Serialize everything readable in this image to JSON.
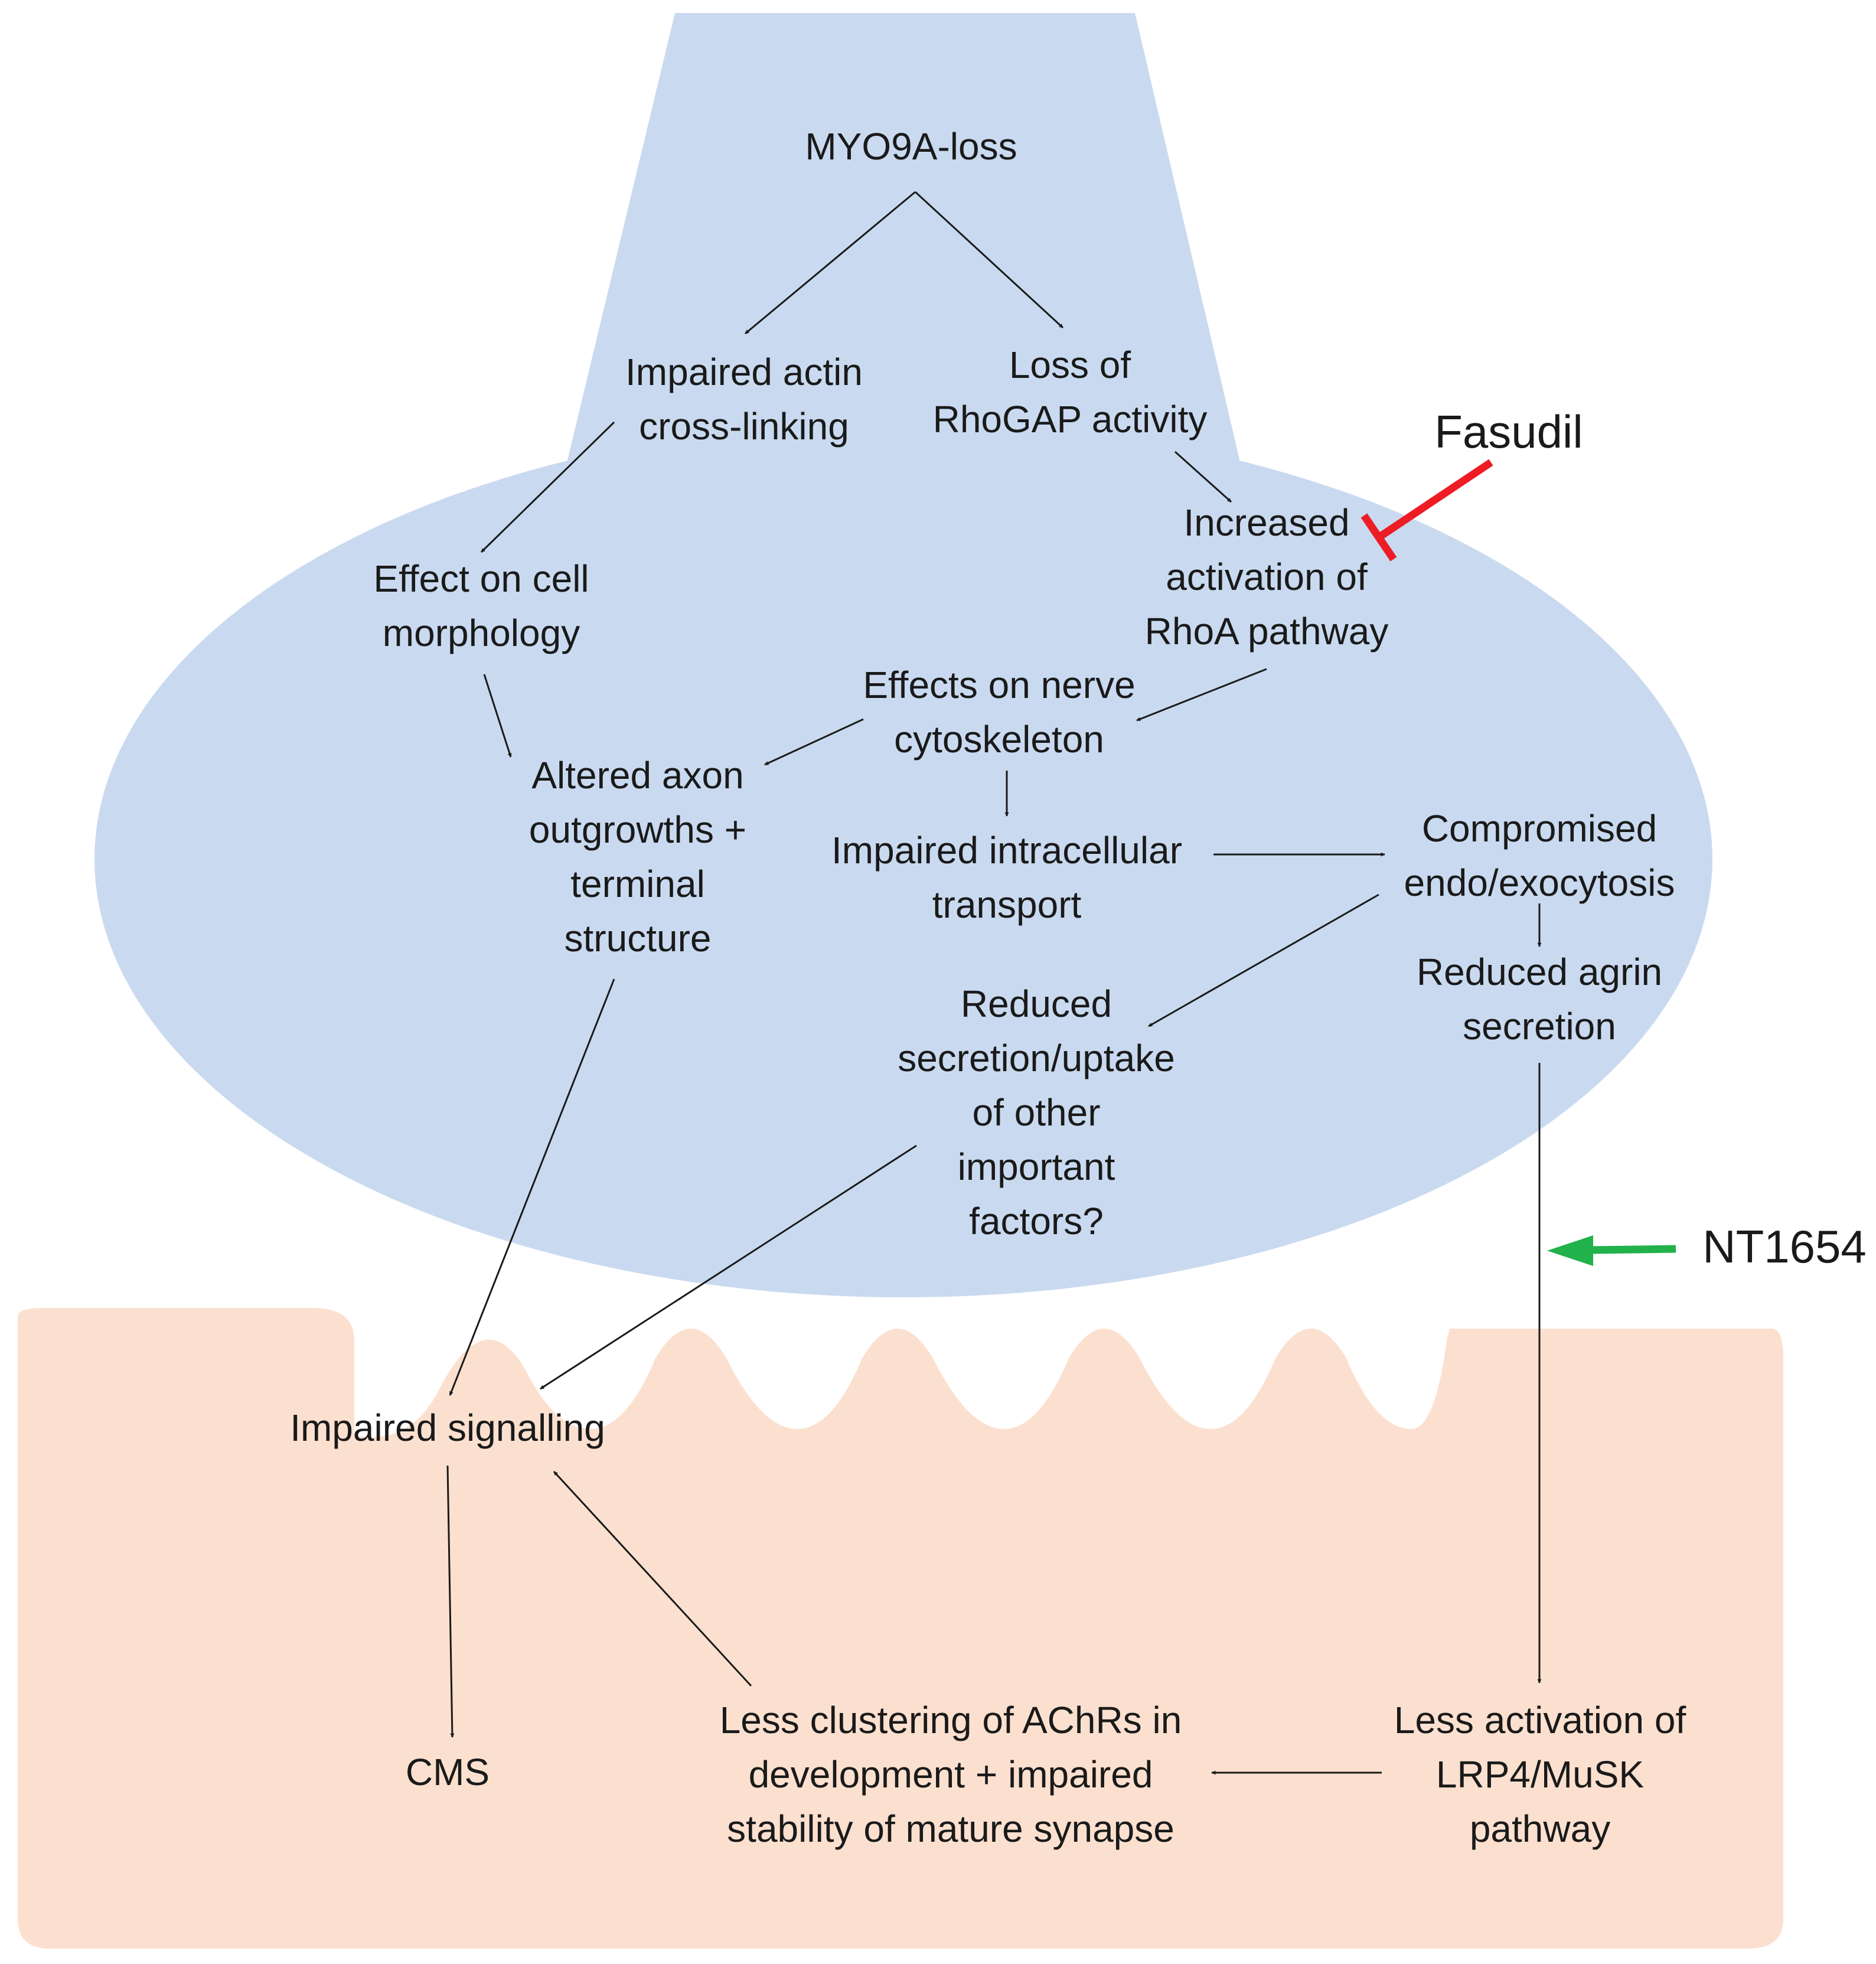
{
  "colors": {
    "nerve_terminal": "#c9daf0",
    "muscle": "#fce0cf",
    "arrow": "#1a1a1a",
    "inhibitor": "#ee1c24",
    "activator": "#21b24b",
    "text": "#1a1a1a"
  },
  "nodes": {
    "myo9a_loss": [
      "MYO9A-loss"
    ],
    "impaired_actin": [
      "Impaired actin",
      "cross-linking"
    ],
    "loss_rhogap": [
      "Loss of",
      "RhoGAP activity"
    ],
    "effect_morphology": [
      "Effect on cell",
      "morphology"
    ],
    "increased_rhoa": [
      "Increased",
      "activation of",
      "RhoA pathway"
    ],
    "effects_cytoskeleton": [
      "Effects on nerve",
      "cytoskeleton"
    ],
    "altered_axon": [
      "Altered axon",
      "outgrowths +",
      "terminal",
      "structure"
    ],
    "impaired_transport": [
      "Impaired intracellular",
      "transport"
    ],
    "compromised_endo": [
      "Compromised",
      "endo/exocytosis"
    ],
    "reduced_agrin": [
      "Reduced agrin",
      "secretion"
    ],
    "reduced_factors": [
      "Reduced",
      "secretion/uptake",
      "of other",
      "important",
      "factors?"
    ],
    "impaired_signalling": [
      "Impaired signalling"
    ],
    "cms": [
      "CMS"
    ],
    "less_clustering": [
      "Less clustering of AChRs in",
      "development + impaired",
      "stability of mature synapse"
    ],
    "less_lrp4": [
      "Less activation of",
      "LRP4/MuSK",
      "pathway"
    ]
  },
  "drugs": {
    "fasudil": "Fasudil",
    "nt1654": "NT1654"
  }
}
